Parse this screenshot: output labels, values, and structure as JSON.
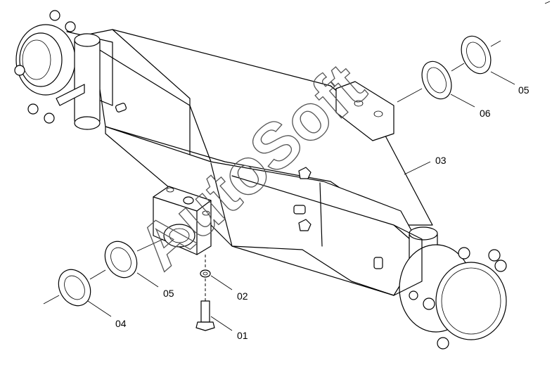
{
  "watermark": "AutoSoft",
  "callouts": {
    "c01": "01",
    "c02": "02",
    "c03": "03",
    "c04": "04",
    "c05a": "05",
    "c05b": "05",
    "c06": "06"
  }
}
